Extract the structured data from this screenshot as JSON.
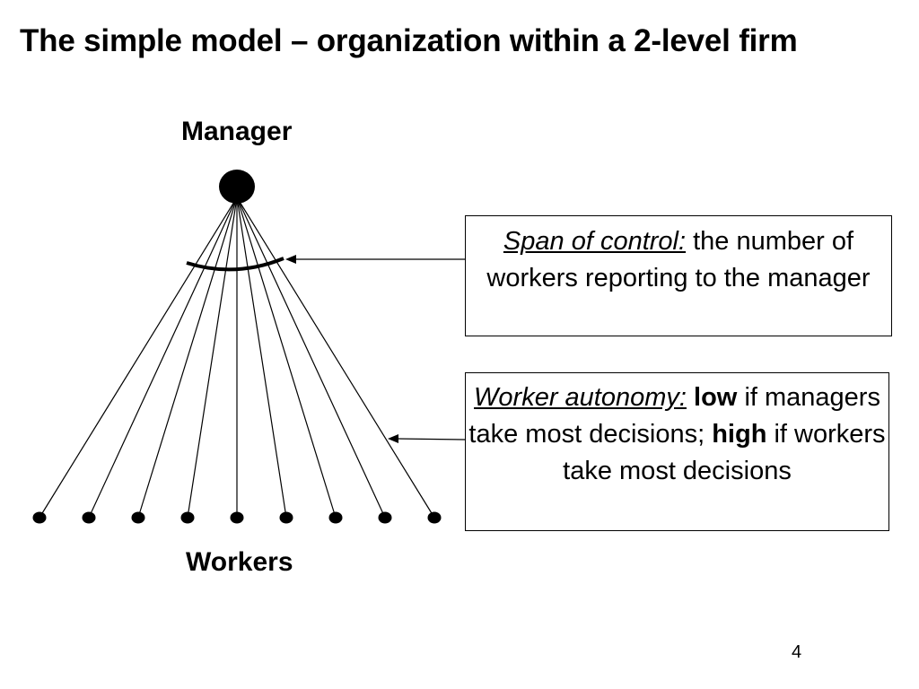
{
  "title": "The simple model – organization within a 2-level firm",
  "diagram": {
    "manager_label": "Manager",
    "workers_label": "Workers",
    "worker_count": 9
  },
  "span_of_control": {
    "term": "Span of control:",
    "text": "the number of workers reporting to the manager"
  },
  "worker_autonomy": {
    "term": "Worker autonomy:",
    "low_word": "low",
    "text_after_low": "if managers take most decisions;",
    "high_word": "high",
    "text_after_high": "if workers take most  decisions"
  },
  "page_number": "4"
}
